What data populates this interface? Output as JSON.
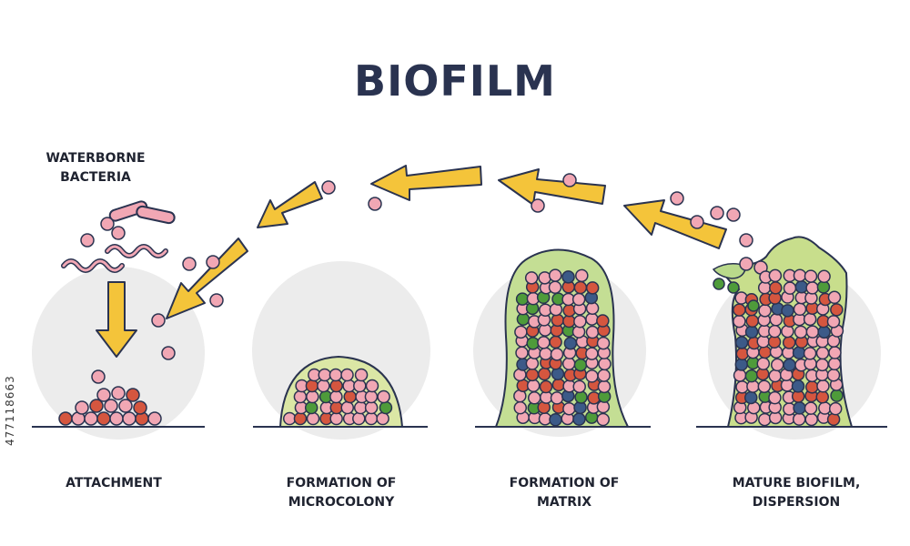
{
  "title": "BIOFILM",
  "bacteria_label": "WATERBORNE\nBACTERIA",
  "stages": [
    "ATTACHMENT",
    "FORMATION OF\nMICROCOLONY",
    "FORMATION OF\nMATRIX",
    "MATURE BIOFILM,\nDISPERSION"
  ],
  "watermark_id": "477118663",
  "colors": {
    "cell_pink": "#f1a7b4",
    "cell_red": "#d5563f",
    "cell_green": "#4e9b3a",
    "cell_blue": "#3c5a88",
    "matrix_green": "#b9d98b",
    "matrix_yellow": "#eedc97",
    "arrow_yellow": "#f4c43a",
    "outline": "#2a3350",
    "title": "#2a3350"
  }
}
